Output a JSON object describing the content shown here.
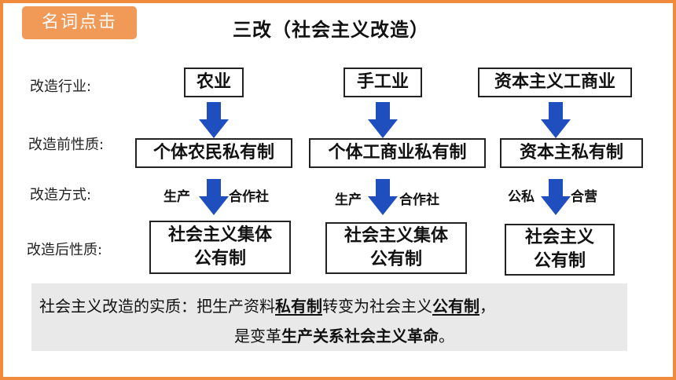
{
  "badge": "名词点击",
  "title": "三改（社会主义改造）",
  "row_labels": {
    "industry": "改造行业:",
    "before": "改造前性质:",
    "method": "改造方式:",
    "after": "改造后性质:"
  },
  "columns": [
    {
      "industry": "农业",
      "before": "个体农民私有制",
      "method_left": "生产",
      "method_right": "合作社",
      "after_line1": "社会主义集体",
      "after_line2": "公有制"
    },
    {
      "industry": "手工业",
      "before": "个体工商业私有制",
      "method_left": "生产",
      "method_right": "合作社",
      "after_line1": "社会主义集体",
      "after_line2": "公有制"
    },
    {
      "industry": "资本主义工商业",
      "before": "资本主私有制",
      "method_left": "公私",
      "method_right": "合营",
      "after_line1": "社会主义",
      "after_line2": "公有制"
    }
  ],
  "summary": {
    "label": "社会主义改造的实质：",
    "p1": "把生产资料",
    "p2": "私有制",
    "p3": "转变为社会主义",
    "p4": "公有制",
    "p5": "，",
    "l2a": "是变革",
    "l2b": "生产关系社会主义革命",
    "l2c": "。"
  },
  "colors": {
    "frame": "#f08a3c",
    "badge": "#f19a58",
    "arrow": "#1f4fbf",
    "panel": "#e9e9e9"
  },
  "icons": [
    "down-arrow-icon"
  ]
}
